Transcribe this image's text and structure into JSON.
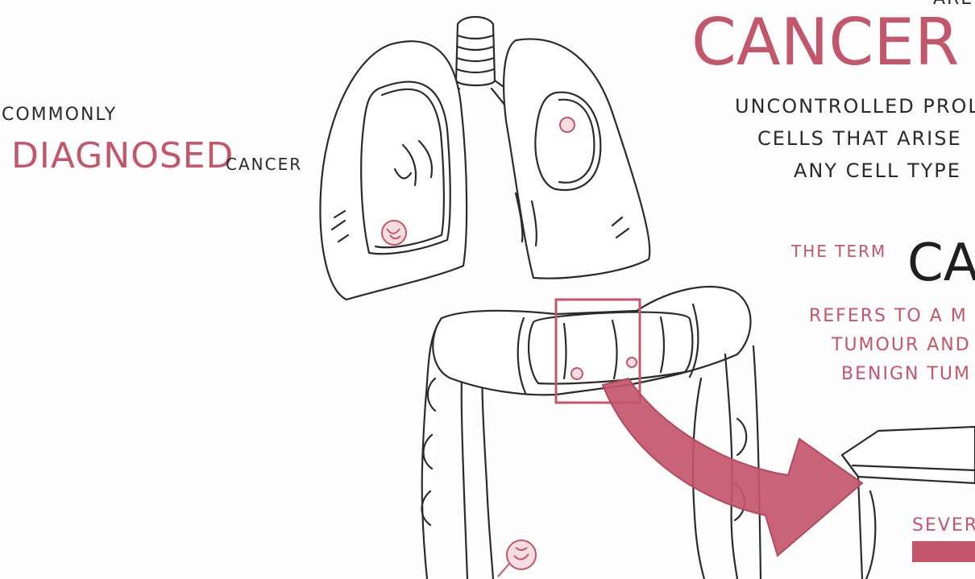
{
  "left_note": {
    "line1": "COMMONLY",
    "line2_highlight": "DIAGNOSED",
    "line2_rest": "CANCER"
  },
  "top_right_partial": "ARE",
  "definition": {
    "title": "CANCER",
    "line1": "UNCONTROLLED PROLI",
    "line2": "CELLS THAT ARISE",
    "line3": "ANY CELL TYPE"
  },
  "term": {
    "prefix": "THE TERM",
    "word": "CA",
    "line1": "REFERS TO A M",
    "line2": "TUMOUR AND",
    "line3": "BENIGN TUM"
  },
  "box_label": "SEVER",
  "colors": {
    "ink": "#2b2b2b",
    "accent_red": "#c2566a",
    "arrow_red": "#c4566b",
    "background": "#fdfdfd"
  }
}
